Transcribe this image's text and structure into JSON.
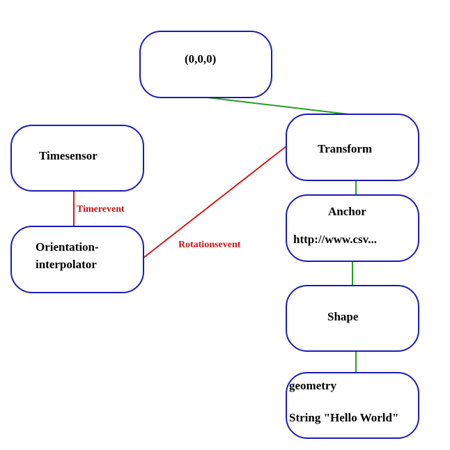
{
  "colors": {
    "node_border": "#1a1ab8",
    "green_edge": "#20a020",
    "red_edge": "#d01818",
    "label_red": "#c81414"
  },
  "nodes": {
    "origin": {
      "label": "(0,0,0)"
    },
    "timesensor": {
      "label": "Timesensor"
    },
    "transform": {
      "label": "Transform"
    },
    "orientation": {
      "label_line1": "Orientation-",
      "label_line2": "interpolator"
    },
    "anchor": {
      "label": "Anchor",
      "url": "http://www.csv..."
    },
    "shape": {
      "label": "Shape"
    },
    "geometry": {
      "label": "geometry",
      "value": "String \"Hello World\""
    }
  },
  "edges": {
    "timerevent": {
      "label": "Timerevent"
    },
    "rotationsevent": {
      "label": "Rotationsevent"
    }
  }
}
